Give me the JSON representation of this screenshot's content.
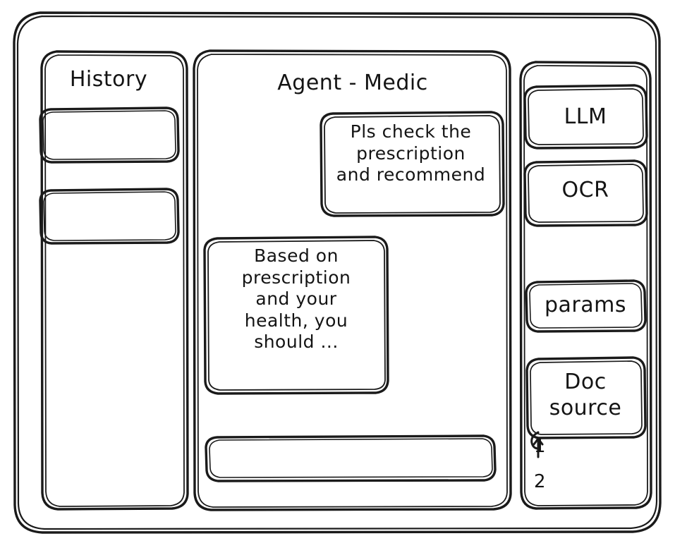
{
  "window": {
    "frame_label": "app-window"
  },
  "sidebar_left": {
    "title": "History",
    "items": [
      {
        "label": "",
        "name": "history-entry-1"
      },
      {
        "label": "",
        "name": "history-entry-2"
      }
    ]
  },
  "main": {
    "title": "Agent - Medic",
    "messages": [
      {
        "role": "user",
        "text": "Pls check the\nprescription\nand recommend"
      },
      {
        "role": "agent",
        "text": "Based on\nprescription\nand your\nhealth, you\nshould ..."
      }
    ],
    "composer": {
      "value": "",
      "placeholder": ""
    }
  },
  "sidebar_right": {
    "cards": [
      {
        "label": "LLM",
        "name": "card-llm"
      },
      {
        "label": "OCR",
        "name": "card-ocr"
      },
      {
        "label": "params",
        "name": "card-params"
      },
      {
        "label": "Doc\nsource",
        "name": "card-doc-source"
      }
    ],
    "doc_items": [
      {
        "label": "1"
      },
      {
        "label": "2"
      }
    ]
  },
  "style": {
    "ink": "#1a1a1a",
    "paper": "#ffffff"
  }
}
